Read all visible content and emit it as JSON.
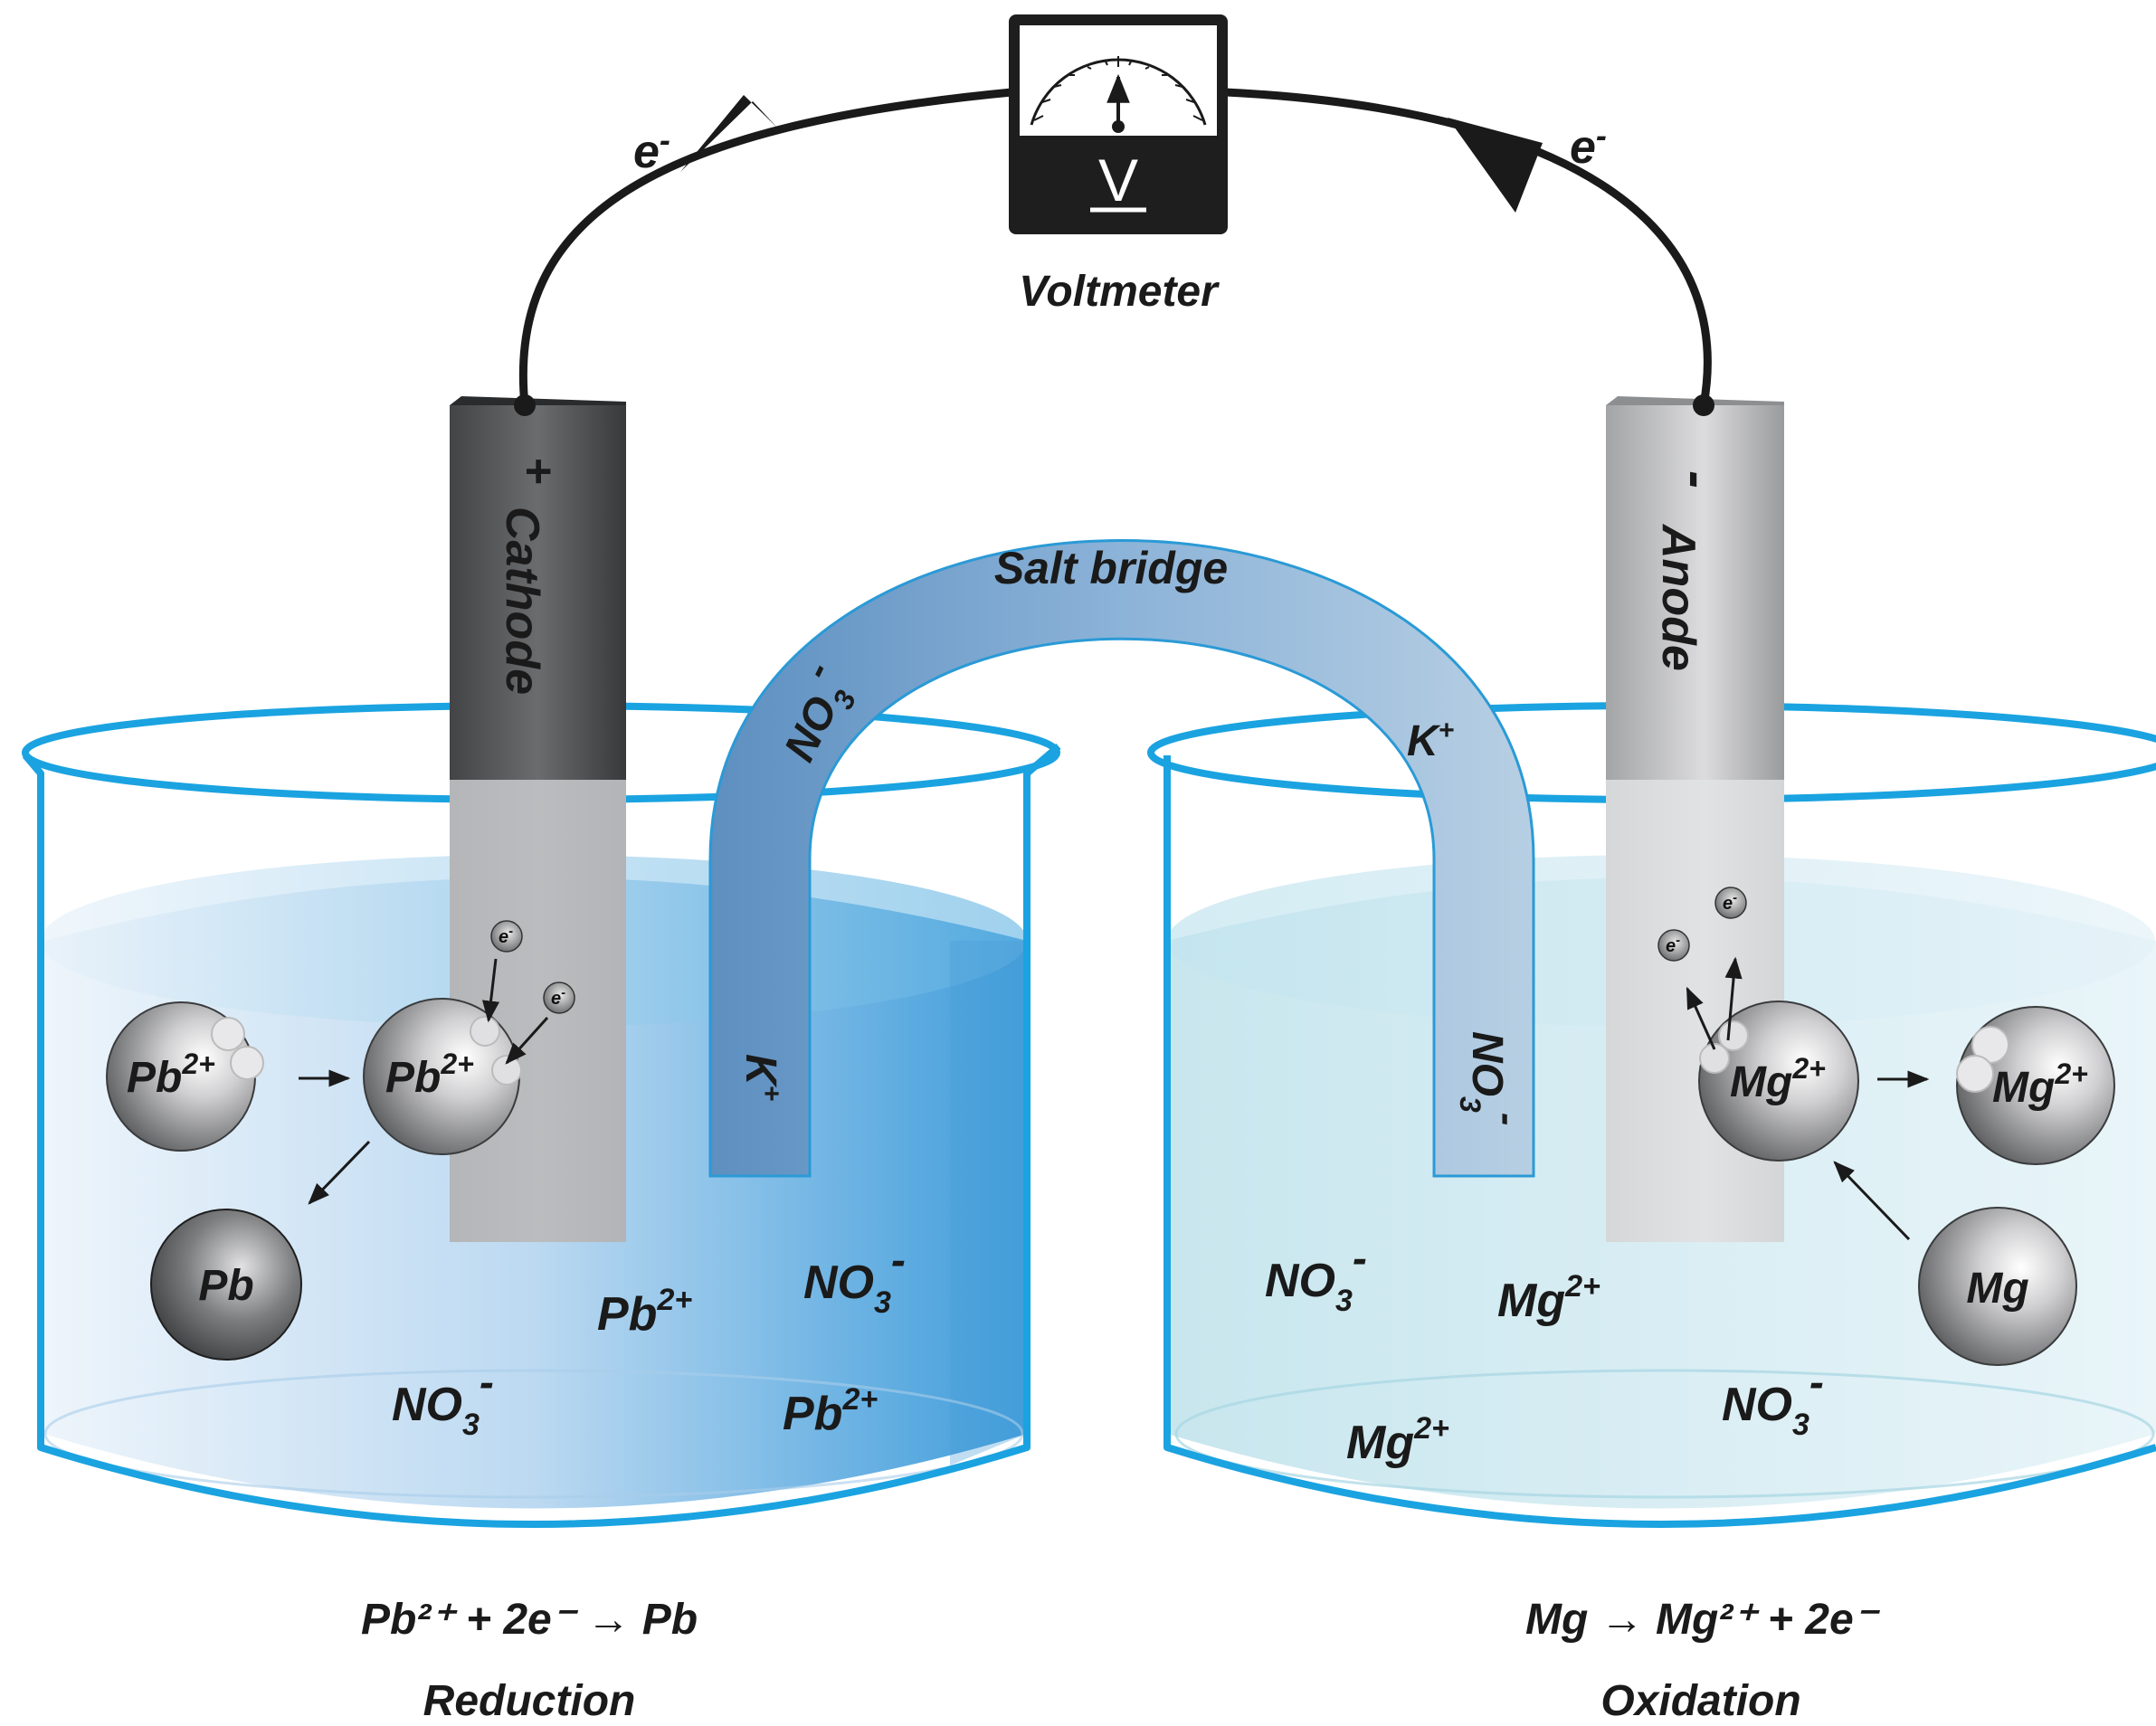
{
  "voltmeter": {
    "symbol": "V",
    "label": "Voltmeter"
  },
  "electron_label_left": "e",
  "electron_label_right": "e",
  "minus_sign": "-",
  "cathode": {
    "sign": "+",
    "label": "Cathode"
  },
  "anode": {
    "sign": "-",
    "label": "Anode"
  },
  "salt_bridge": {
    "label": "Salt bridge",
    "anion": "NO",
    "anion_sub": "3",
    "anion_sup": "-",
    "cation": "K",
    "cation_sup": "+"
  },
  "left_beaker": {
    "atom_ion": "Pb",
    "atom_ion_sup": "2+",
    "atom_metal": "Pb",
    "ion_pb": "Pb",
    "ion_pb_sup": "2+",
    "ion_no": "NO",
    "ion_no_sub": "3",
    "ion_no_sup": "-",
    "electron": "e",
    "electron_sup": "-",
    "equation": "Pb²⁺ + 2e⁻ → Pb",
    "process": "Reduction"
  },
  "right_beaker": {
    "atom_ion": "Mg",
    "atom_ion_sup": "2+",
    "atom_metal": "Mg",
    "ion_mg": "Mg",
    "ion_mg_sup": "2+",
    "ion_no": "NO",
    "ion_no_sub": "3",
    "ion_no_sup": "-",
    "electron": "e",
    "electron_sup": "-",
    "equation": "Mg → Mg²⁺ + 2e⁻",
    "process": "Oxidation"
  },
  "colors": {
    "beaker_outline": "#1aa3e0",
    "left_solution": "#5aaee0",
    "right_solution": "#bfe3ea",
    "bridge": "#7aa9d1",
    "cathode_rod": "#5e5f61",
    "anode_rod": "#c3c4c6"
  }
}
